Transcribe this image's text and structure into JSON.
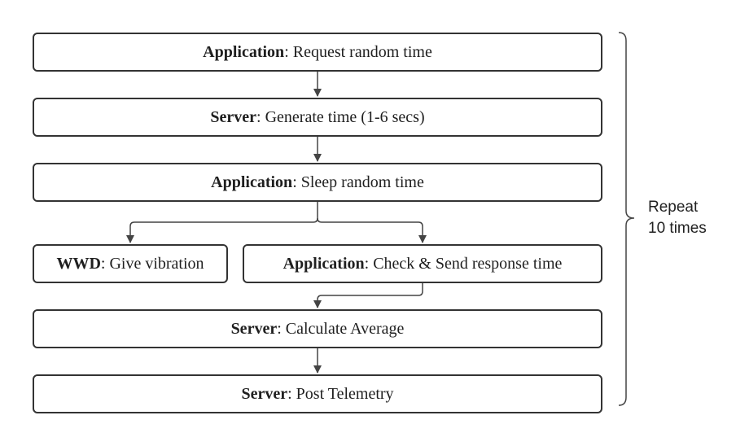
{
  "steps": {
    "request": {
      "actor": "Application",
      "separator": ": ",
      "action": "Request random time"
    },
    "generate": {
      "actor": "Server",
      "separator": ": ",
      "action": "Generate time (1-6 secs)"
    },
    "sleep": {
      "actor": "Application",
      "separator": ": ",
      "action": "Sleep random time"
    },
    "vibration": {
      "actor": "WWD",
      "separator": ": ",
      "action": "Give vibration"
    },
    "check": {
      "actor": "Application",
      "separator": ": ",
      "action": "Check & Send response time"
    },
    "average": {
      "actor": "Server",
      "separator": ": ",
      "action": "Calculate Average"
    },
    "telemetry": {
      "actor": "Server",
      "separator": ": ",
      "action": "Post Telemetry"
    }
  },
  "loop": {
    "line1": "Repeat",
    "line2": "10 times"
  },
  "colors": {
    "stroke": "#333333",
    "connector": "#444444"
  }
}
